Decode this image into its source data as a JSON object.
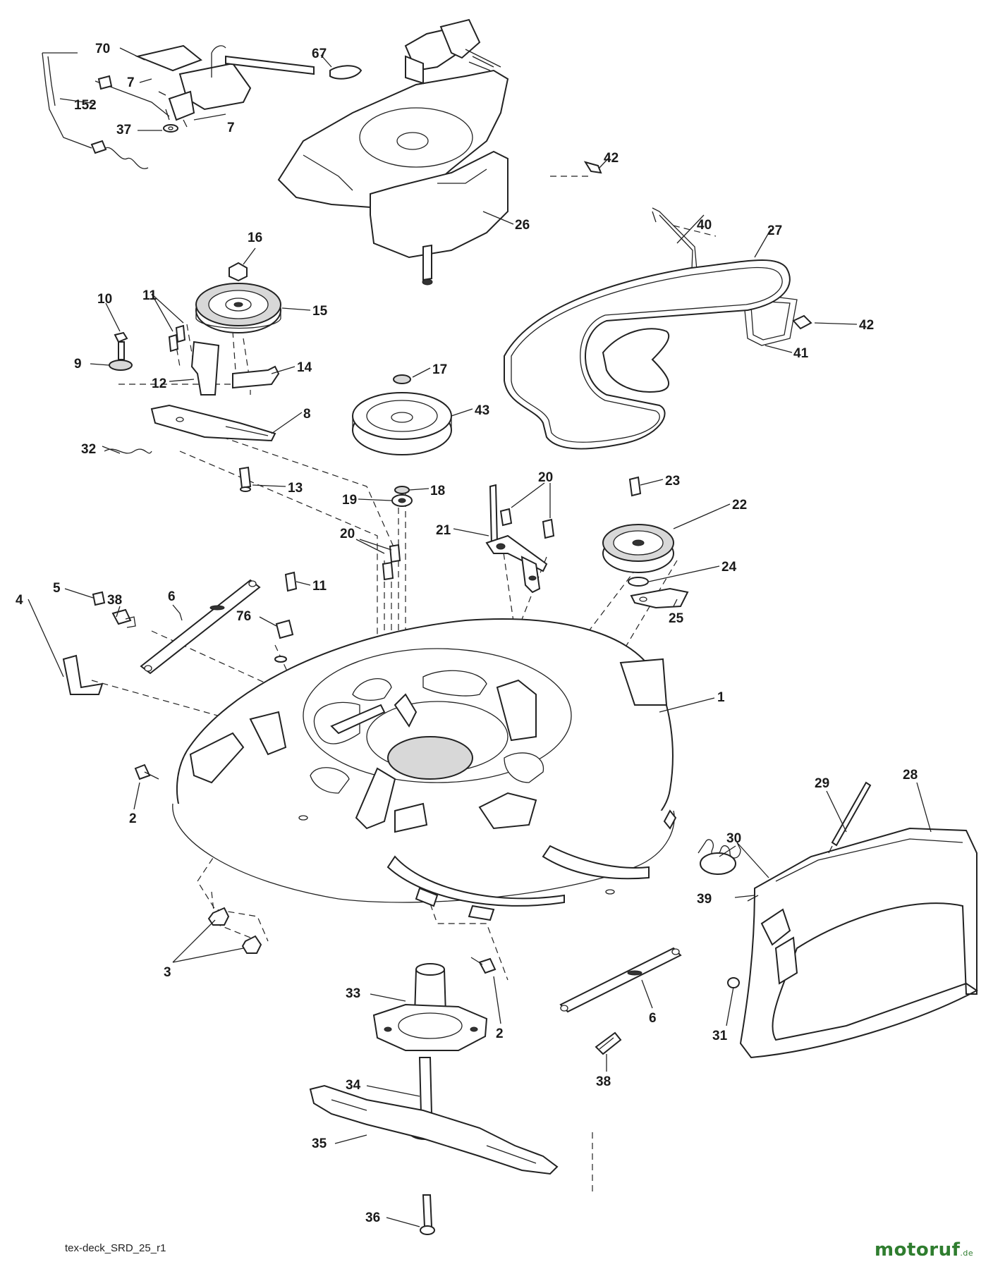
{
  "diagram": {
    "labels": [
      {
        "id": "70",
        "text": "70"
      },
      {
        "id": "67",
        "text": "67"
      },
      {
        "id": "7a",
        "text": "7"
      },
      {
        "id": "7b",
        "text": "7"
      },
      {
        "id": "152",
        "text": "152"
      },
      {
        "id": "37",
        "text": "37"
      },
      {
        "id": "42a",
        "text": "42"
      },
      {
        "id": "26",
        "text": "26"
      },
      {
        "id": "40",
        "text": "40"
      },
      {
        "id": "27",
        "text": "27"
      },
      {
        "id": "16",
        "text": "16"
      },
      {
        "id": "10",
        "text": "10"
      },
      {
        "id": "11a",
        "text": "11"
      },
      {
        "id": "15",
        "text": "15"
      },
      {
        "id": "42b",
        "text": "42"
      },
      {
        "id": "41",
        "text": "41"
      },
      {
        "id": "9",
        "text": "9"
      },
      {
        "id": "14",
        "text": "14"
      },
      {
        "id": "12",
        "text": "12"
      },
      {
        "id": "17",
        "text": "17"
      },
      {
        "id": "8",
        "text": "8"
      },
      {
        "id": "43",
        "text": "43"
      },
      {
        "id": "32",
        "text": "32"
      },
      {
        "id": "20a",
        "text": "20"
      },
      {
        "id": "23",
        "text": "23"
      },
      {
        "id": "13",
        "text": "13"
      },
      {
        "id": "18",
        "text": "18"
      },
      {
        "id": "19",
        "text": "19"
      },
      {
        "id": "22",
        "text": "22"
      },
      {
        "id": "21",
        "text": "21"
      },
      {
        "id": "20b",
        "text": "20"
      },
      {
        "id": "24",
        "text": "24"
      },
      {
        "id": "11b",
        "text": "11"
      },
      {
        "id": "5",
        "text": "5"
      },
      {
        "id": "38a",
        "text": "38"
      },
      {
        "id": "6a",
        "text": "6"
      },
      {
        "id": "76",
        "text": "76"
      },
      {
        "id": "4",
        "text": "4"
      },
      {
        "id": "25",
        "text": "25"
      },
      {
        "id": "1",
        "text": "1"
      },
      {
        "id": "2a",
        "text": "2"
      },
      {
        "id": "29",
        "text": "29"
      },
      {
        "id": "28",
        "text": "28"
      },
      {
        "id": "30",
        "text": "30"
      },
      {
        "id": "39",
        "text": "39"
      },
      {
        "id": "3",
        "text": "3"
      },
      {
        "id": "33",
        "text": "33"
      },
      {
        "id": "2b",
        "text": "2"
      },
      {
        "id": "6b",
        "text": "6"
      },
      {
        "id": "31",
        "text": "31"
      },
      {
        "id": "38b",
        "text": "38"
      },
      {
        "id": "34",
        "text": "34"
      },
      {
        "id": "35",
        "text": "35"
      },
      {
        "id": "36",
        "text": "36"
      }
    ]
  },
  "footer": {
    "drawing_code": "tex-deck_SRD_25_r1",
    "watermark": "motoruf",
    "watermark_suffix": ".de"
  }
}
